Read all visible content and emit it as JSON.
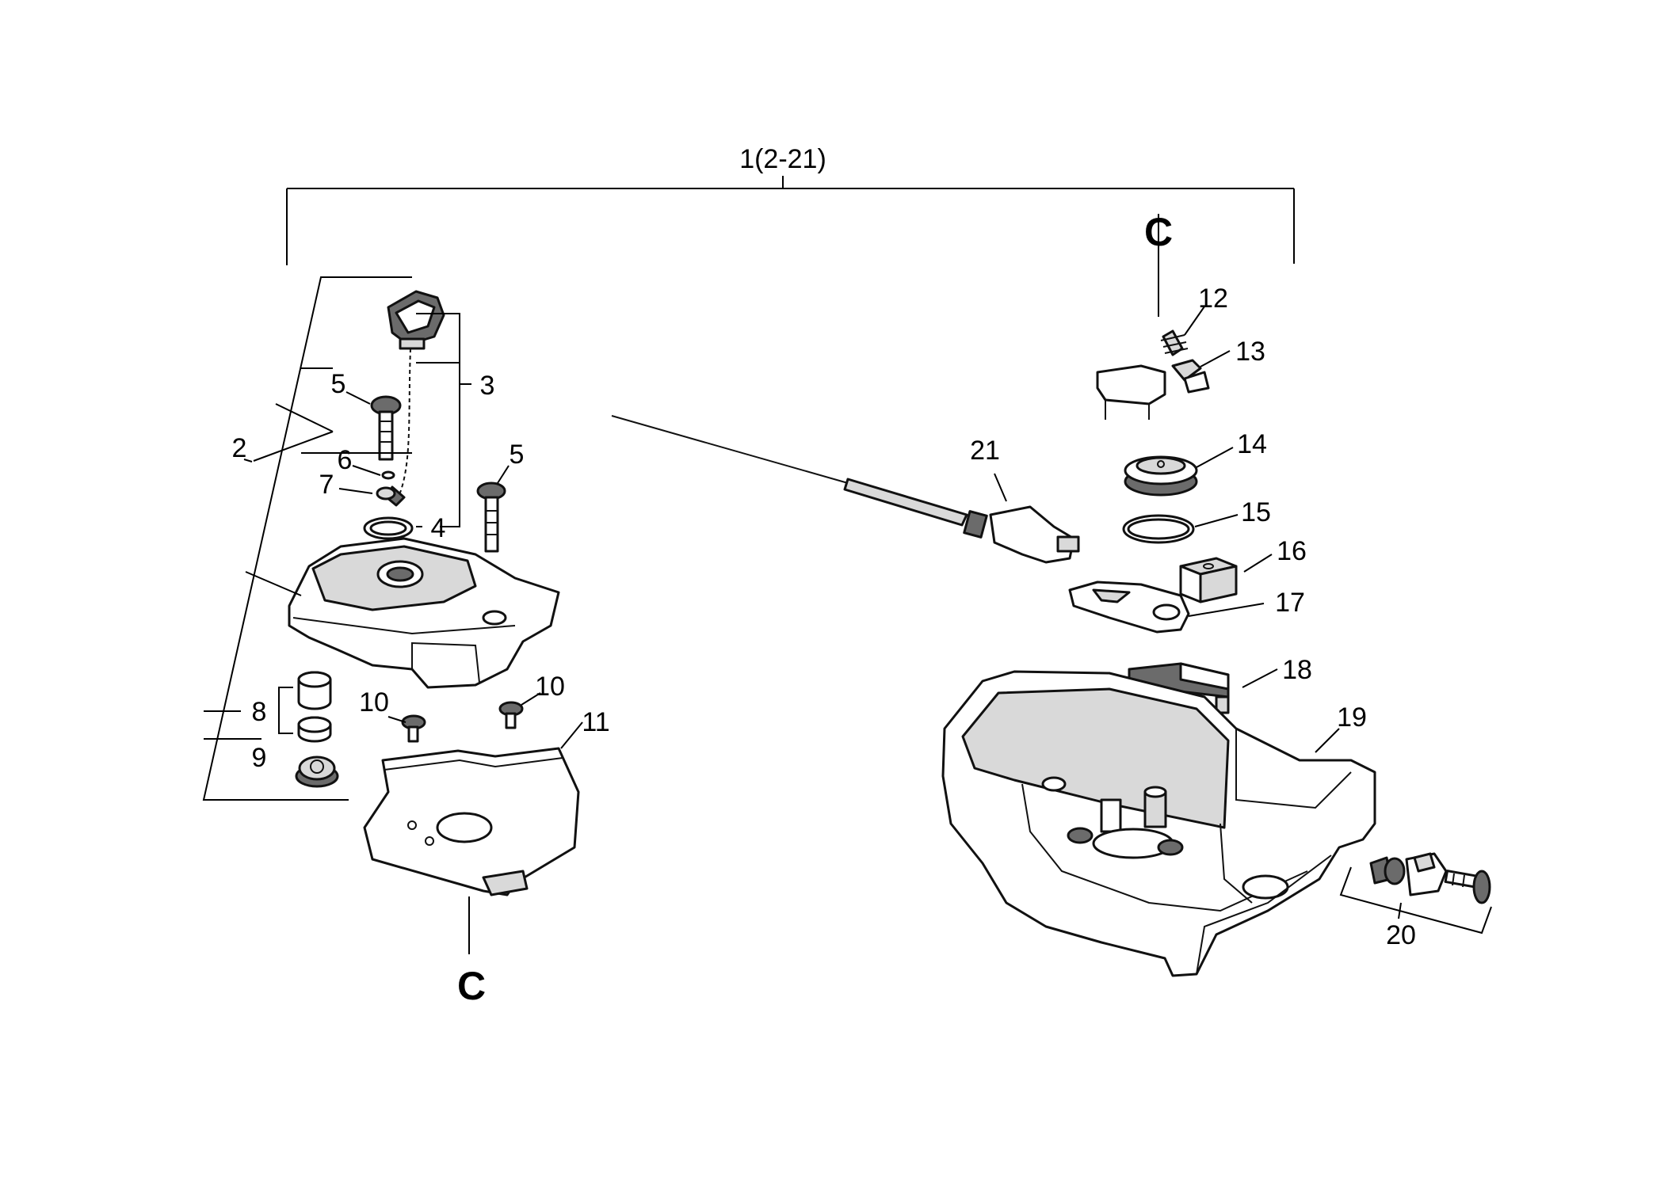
{
  "diagram": {
    "assembly_label": "1(2-21)",
    "reference_label_top": "C",
    "reference_label_bottom": "C",
    "callouts": {
      "p2": "2",
      "p3": "3",
      "p4": "4",
      "p5a": "5",
      "p5b": "5",
      "p6": "6",
      "p7": "7",
      "p8": "8",
      "p9": "9",
      "p10a": "10",
      "p10b": "10",
      "p11": "11",
      "p12": "12",
      "p13": "13",
      "p14": "14",
      "p15": "15",
      "p16": "16",
      "p17": "17",
      "p18": "18",
      "p19": "19",
      "p20": "20",
      "p21": "21"
    }
  }
}
